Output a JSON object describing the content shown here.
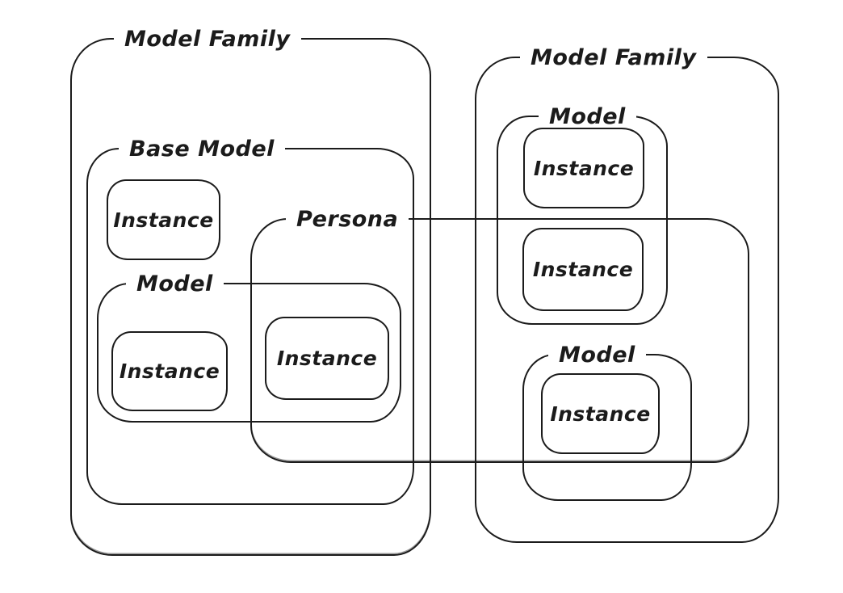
{
  "diagram": {
    "canvas": {
      "background_color": "#ffffff",
      "stroke_color": "#1b1b1b"
    },
    "left_family": {
      "label": "Model Family",
      "base_model": {
        "label": "Base Model",
        "instance": {
          "label": "Instance"
        },
        "model": {
          "label": "Model",
          "instance_left": {
            "label": "Instance"
          },
          "instance_right": {
            "label": "Instance"
          }
        }
      }
    },
    "persona": {
      "label": "Persona"
    },
    "right_family": {
      "label": "Model Family",
      "model_top": {
        "label": "Model",
        "instance_top": {
          "label": "Instance"
        },
        "instance_bottom": {
          "label": "Instance"
        }
      },
      "model_bottom": {
        "label": "Model",
        "instance": {
          "label": "Instance"
        }
      }
    }
  }
}
